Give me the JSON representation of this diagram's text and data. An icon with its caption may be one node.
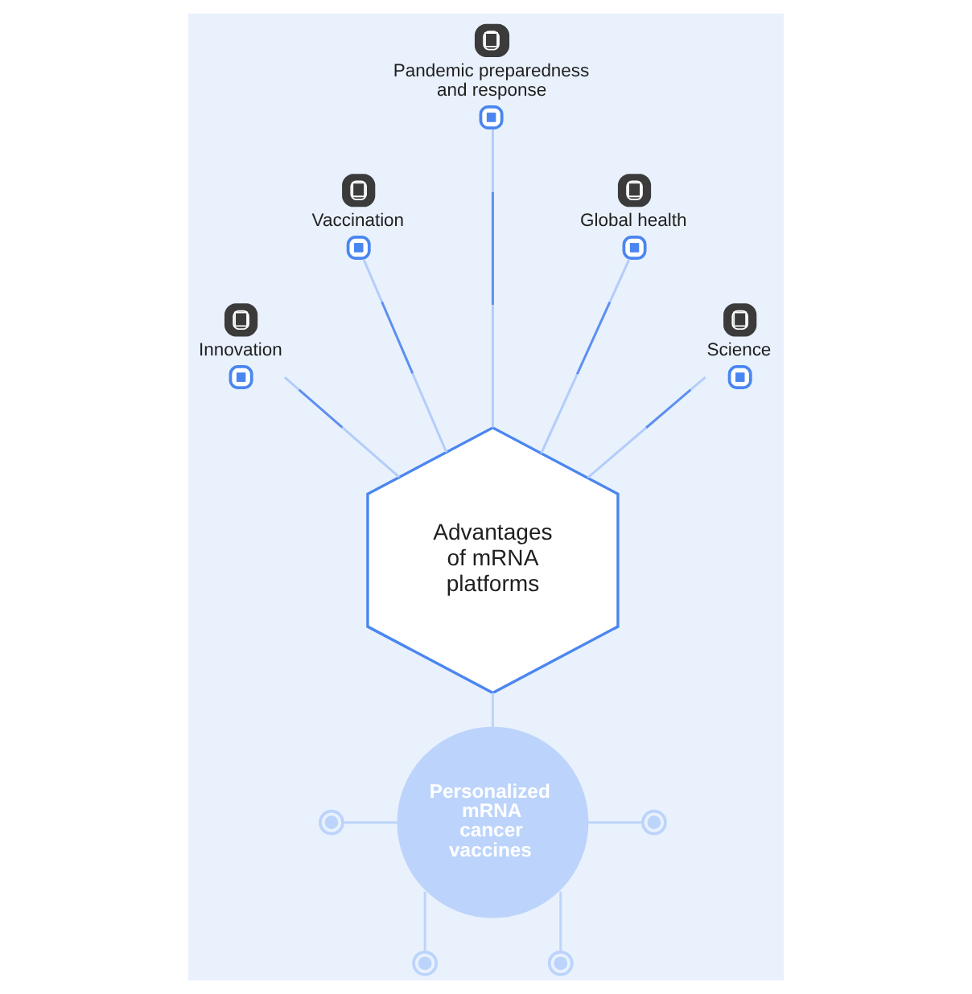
{
  "diagram": {
    "nodes": [
      {
        "text": [
          "Innovation"
        ]
      },
      {
        "text": [
          "Vaccination"
        ]
      },
      {
        "text": [
          "Pandemic preparedness and response"
        ]
      },
      {
        "text": [
          "Global health"
        ]
      },
      {
        "text": [
          "Science"
        ]
      },
      {
        "text": [
          "Advantages of mRNA platforms"
        ]
      },
      {
        "text": [
          "Personalized mRNA cancer vaccines"
        ]
      },
      {
        "text": [],
        "shape": "circle"
      },
      {
        "text": [],
        "shape": "circle"
      },
      {
        "text": [],
        "shape": "circle"
      },
      {
        "text": [],
        "shape": "circle"
      }
    ],
    "edges": [
      {
        "from": 0,
        "to": 5,
        "arrow": "none"
      },
      {
        "from": 1,
        "to": 5,
        "arrow": "none"
      },
      {
        "from": 2,
        "to": 5,
        "arrow": "none"
      },
      {
        "from": 3,
        "to": 5,
        "arrow": "none"
      },
      {
        "from": 4,
        "to": 5,
        "arrow": "none"
      },
      {
        "from": 5,
        "to": 6,
        "arrow": "none",
        "color": "#bcd4fb"
      },
      {
        "from": 7,
        "to": 6,
        "arrow": "none",
        "color": "#bcd4fb"
      },
      {
        "from": 6,
        "to": 8,
        "arrow": "none",
        "color": "#bcd4fb"
      },
      {
        "from": 6,
        "to": 9,
        "arrow": "none",
        "color": "#bcd4fb"
      },
      {
        "from": 6,
        "to": 10,
        "arrow": "none",
        "color": "#bcd4fb"
      }
    ]
  }
}
